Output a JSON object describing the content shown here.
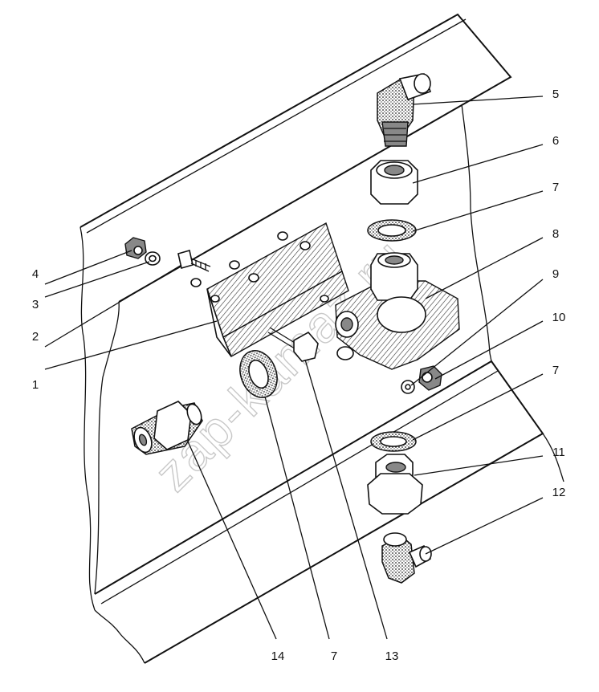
{
  "watermark": "zap-kamaz.ru",
  "callouts": [
    {
      "id": "4",
      "text": "4"
    },
    {
      "id": "3",
      "text": "3"
    },
    {
      "id": "2",
      "text": "2"
    },
    {
      "id": "1",
      "text": "1"
    },
    {
      "id": "5",
      "text": "5"
    },
    {
      "id": "6",
      "text": "6"
    },
    {
      "id": "7a",
      "text": "7"
    },
    {
      "id": "8",
      "text": "8"
    },
    {
      "id": "9",
      "text": "9"
    },
    {
      "id": "10",
      "text": "10"
    },
    {
      "id": "7b",
      "text": "7"
    },
    {
      "id": "11",
      "text": "11"
    },
    {
      "id": "12",
      "text": "12"
    },
    {
      "id": "14",
      "text": "14"
    },
    {
      "id": "7c",
      "text": "7"
    },
    {
      "id": "13",
      "text": "13"
    }
  ]
}
